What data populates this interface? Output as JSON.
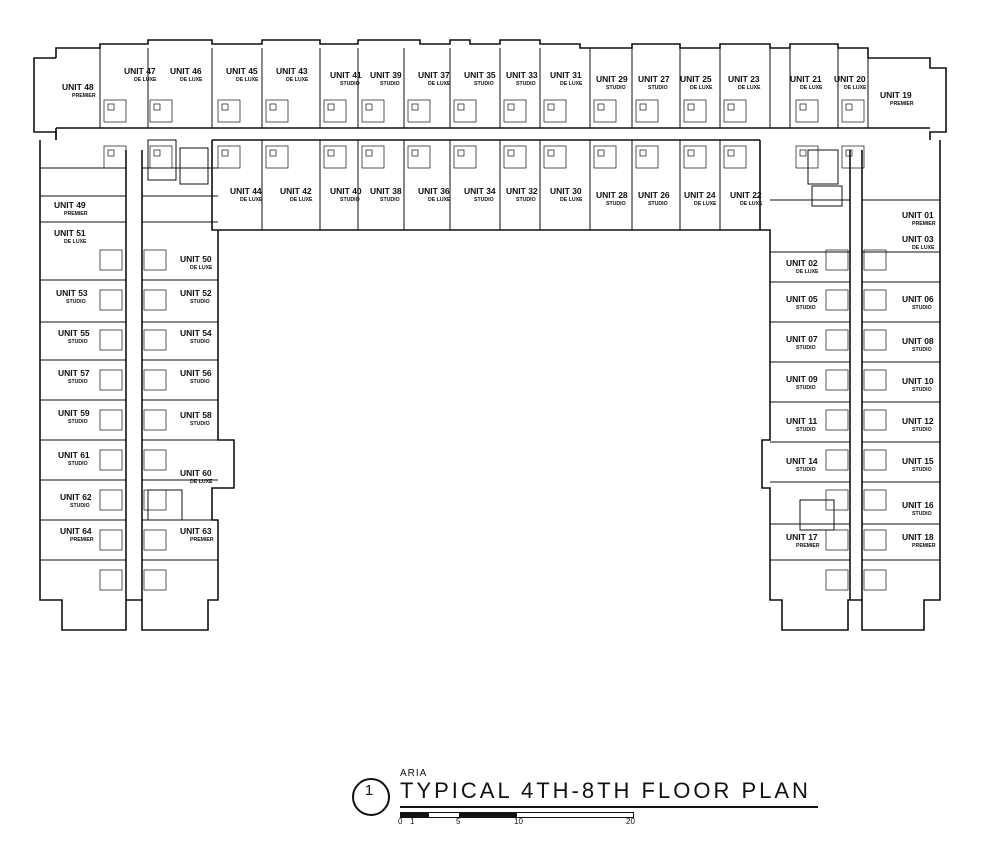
{
  "title": {
    "project": "ARIA",
    "main": "TYPICAL 4TH-8TH FLOOR PLAN",
    "number": "1"
  },
  "scale": [
    "0",
    "1",
    "5",
    "10",
    "20"
  ],
  "units": [
    {
      "id": "48",
      "label": "UNIT 48",
      "type": "PREMIER"
    },
    {
      "id": "47",
      "label": "UNIT 47",
      "type": "DE LUXE"
    },
    {
      "id": "46",
      "label": "UNIT 46",
      "type": "DE LUXE"
    },
    {
      "id": "45",
      "label": "UNIT 45",
      "type": "DE LUXE"
    },
    {
      "id": "43",
      "label": "UNIT 43",
      "type": "DE LUXE"
    },
    {
      "id": "41",
      "label": "UNIT 41",
      "type": "STUDIO"
    },
    {
      "id": "39",
      "label": "UNIT 39",
      "type": "STUDIO"
    },
    {
      "id": "37",
      "label": "UNIT 37",
      "type": "DE LUXE"
    },
    {
      "id": "35",
      "label": "UNIT 35",
      "type": "STUDIO"
    },
    {
      "id": "33",
      "label": "UNIT 33",
      "type": "STUDIO"
    },
    {
      "id": "31",
      "label": "UNIT 31",
      "type": "DE LUXE"
    },
    {
      "id": "29",
      "label": "UNIT 29",
      "type": "STUDIO"
    },
    {
      "id": "27",
      "label": "UNIT 27",
      "type": "STUDIO"
    },
    {
      "id": "25",
      "label": "UNIT 25",
      "type": "DE LUXE"
    },
    {
      "id": "23",
      "label": "UNIT 23",
      "type": "DE LUXE"
    },
    {
      "id": "21",
      "label": "UNIT 21",
      "type": "DE LUXE"
    },
    {
      "id": "20",
      "label": "UNIT 20",
      "type": "DE LUXE"
    },
    {
      "id": "19",
      "label": "UNIT 19",
      "type": "PREMIER"
    },
    {
      "id": "44",
      "label": "UNIT 44",
      "type": "DE LUXE"
    },
    {
      "id": "42",
      "label": "UNIT 42",
      "type": "DE LUXE"
    },
    {
      "id": "40",
      "label": "UNIT 40",
      "type": "STUDIO"
    },
    {
      "id": "38",
      "label": "UNIT 38",
      "type": "STUDIO"
    },
    {
      "id": "36",
      "label": "UNIT 36",
      "type": "DE LUXE"
    },
    {
      "id": "34",
      "label": "UNIT 34",
      "type": "STUDIO"
    },
    {
      "id": "32",
      "label": "UNIT 32",
      "type": "STUDIO"
    },
    {
      "id": "30",
      "label": "UNIT 30",
      "type": "DE LUXE"
    },
    {
      "id": "28",
      "label": "UNIT 28",
      "type": "STUDIO"
    },
    {
      "id": "26",
      "label": "UNIT 26",
      "type": "STUDIO"
    },
    {
      "id": "24",
      "label": "UNIT 24",
      "type": "DE LUXE"
    },
    {
      "id": "22",
      "label": "UNIT 22",
      "type": "DE LUXE"
    },
    {
      "id": "49",
      "label": "UNIT 49",
      "type": "PREMIER"
    },
    {
      "id": "51",
      "label": "UNIT 51",
      "type": "DE LUXE"
    },
    {
      "id": "50",
      "label": "UNIT 50",
      "type": "DE LUXE"
    },
    {
      "id": "53",
      "label": "UNIT 53",
      "type": "STUDIO"
    },
    {
      "id": "52",
      "label": "UNIT 52",
      "type": "STUDIO"
    },
    {
      "id": "55",
      "label": "UNIT 55",
      "type": "STUDIO"
    },
    {
      "id": "54",
      "label": "UNIT 54",
      "type": "STUDIO"
    },
    {
      "id": "57",
      "label": "UNIT 57",
      "type": "STUDIO"
    },
    {
      "id": "56",
      "label": "UNIT 56",
      "type": "STUDIO"
    },
    {
      "id": "59",
      "label": "UNIT 59",
      "type": "STUDIO"
    },
    {
      "id": "58",
      "label": "UNIT 58",
      "type": "STUDIO"
    },
    {
      "id": "61",
      "label": "UNIT 61",
      "type": "STUDIO"
    },
    {
      "id": "60",
      "label": "UNIT 60",
      "type": "DE LUXE"
    },
    {
      "id": "62",
      "label": "UNIT 62",
      "type": "STUDIO"
    },
    {
      "id": "64",
      "label": "UNIT 64",
      "type": "PREMIER"
    },
    {
      "id": "63",
      "label": "UNIT 63",
      "type": "PREMIER"
    },
    {
      "id": "01",
      "label": "UNIT 01",
      "type": "PREMIER"
    },
    {
      "id": "03",
      "label": "UNIT 03",
      "type": "DE LUXE"
    },
    {
      "id": "02",
      "label": "UNIT 02",
      "type": "DE LUXE"
    },
    {
      "id": "05",
      "label": "UNIT 05",
      "type": "STUDIO"
    },
    {
      "id": "06",
      "label": "UNIT 06",
      "type": "STUDIO"
    },
    {
      "id": "07",
      "label": "UNIT 07",
      "type": "STUDIO"
    },
    {
      "id": "08",
      "label": "UNIT 08",
      "type": "STUDIO"
    },
    {
      "id": "09",
      "label": "UNIT 09",
      "type": "STUDIO"
    },
    {
      "id": "10",
      "label": "UNIT 10",
      "type": "STUDIO"
    },
    {
      "id": "11",
      "label": "UNIT 11",
      "type": "STUDIO"
    },
    {
      "id": "12",
      "label": "UNIT 12",
      "type": "STUDIO"
    },
    {
      "id": "14",
      "label": "UNIT 14",
      "type": "STUDIO"
    },
    {
      "id": "15",
      "label": "UNIT 15",
      "type": "STUDIO"
    },
    {
      "id": "16",
      "label": "UNIT 16",
      "type": "STUDIO"
    },
    {
      "id": "17",
      "label": "UNIT 17",
      "type": "PREMIER"
    },
    {
      "id": "18",
      "label": "UNIT 18",
      "type": "PREMIER"
    }
  ]
}
